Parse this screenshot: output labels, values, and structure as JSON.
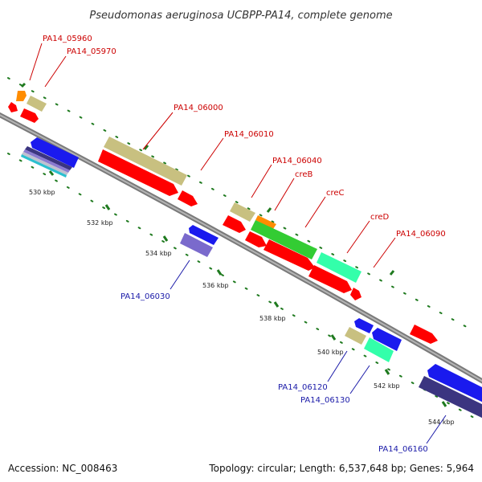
{
  "title": "Pseudomonas aeruginosa UCBPP-PA14, complete genome",
  "footer": {
    "accession": "Accession: NC_008463",
    "summary": "Topology: circular; Length: 6,537,648 bp; Genes: 5,964"
  },
  "colors": {
    "background": "#ffffff",
    "backbone": "#8c8c8c",
    "tick": "#1f7a1f",
    "label_forward": "#cc0000",
    "label_reverse": "#1a1aa8",
    "red_feature": "#ff0000",
    "orange_feature": "#ff8c00",
    "khaki_feature": "#c8c080",
    "green_feature": "#33cc33",
    "aqua_feature": "#33ffaa",
    "blue_feature": "#1a1aee",
    "lavender_feature": "#7a6acc",
    "navy_feature": "#3b3580"
  },
  "scale": {
    "ticks": [
      "530 kbp",
      "532 kbp",
      "534 kbp",
      "536 kbp",
      "538 kbp",
      "540 kbp",
      "542 kbp",
      "544 kbp"
    ]
  },
  "genes": {
    "forward": [
      "PA14_05960",
      "PA14_05970",
      "PA14_06000",
      "PA14_06010",
      "PA14_06040",
      "creB",
      "creC",
      "creD",
      "PA14_06090"
    ],
    "reverse": [
      "PA14_06030",
      "PA14_06120",
      "PA14_06130",
      "PA14_06160"
    ]
  }
}
